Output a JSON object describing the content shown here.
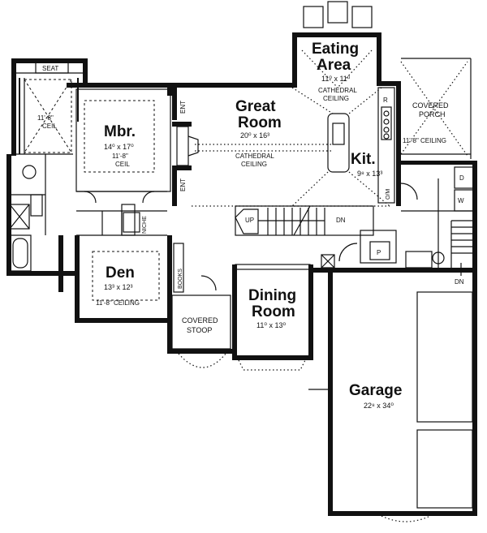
{
  "rooms": {
    "eating_area": {
      "name_line1": "Eating",
      "name_line2": "Area",
      "dims": "11⁰ x 11⁰",
      "note1": "CATHEDRAL",
      "note2": "CEILING"
    },
    "great_room": {
      "name_line1": "Great",
      "name_line2": "Room",
      "dims": "20⁰ x 16³",
      "note1": "CATHEDRAL",
      "note2": "CEILING"
    },
    "covered_porch": {
      "name_line1": "COVERED",
      "name_line2": "PORCH",
      "note": "11'-8\" CEILING"
    },
    "mbr": {
      "name": "Mbr.",
      "dims": "14⁰ x 17⁰",
      "note1": "11'-8\"",
      "note2": "CEIL"
    },
    "kit": {
      "name": "Kit.",
      "dims": "9⁸ x 13³"
    },
    "den": {
      "name": "Den",
      "dims": "13³ x 12³",
      "note": "11'-8\" CEILING"
    },
    "dining": {
      "name_line1": "Dining",
      "name_line2": "Room",
      "dims": "11⁰ x 13⁰"
    },
    "covered_stoop": {
      "name_line1": "COVERED",
      "name_line2": "STOOP"
    },
    "garage": {
      "name": "Garage",
      "dims": "22⁸ x 34⁰"
    }
  },
  "labels": {
    "seat": "SEAT",
    "bath_ceil1": "11'-8\"",
    "bath_ceil2": "CEIL",
    "ent1": "ENT",
    "ent2": "ENT",
    "niche": "NICHE",
    "books": "BOOKS",
    "up": "UP",
    "dn_stair": "DN",
    "dn_garage": "DN",
    "refrig": "R",
    "oven_micro": "O/M",
    "dryer": "D",
    "washer": "W",
    "pantry": "P"
  }
}
